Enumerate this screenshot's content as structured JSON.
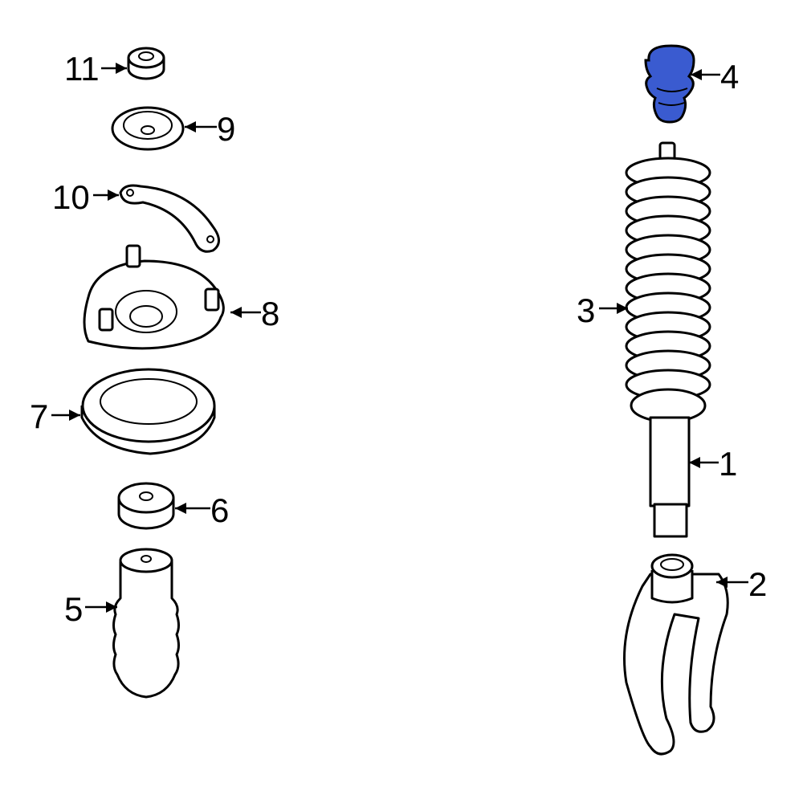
{
  "diagram": {
    "highlight_color": "#3a5bd0",
    "callouts": [
      {
        "id": "11",
        "label": "11"
      },
      {
        "id": "9",
        "label": "9"
      },
      {
        "id": "10",
        "label": "10"
      },
      {
        "id": "8",
        "label": "8"
      },
      {
        "id": "7",
        "label": "7"
      },
      {
        "id": "6",
        "label": "6"
      },
      {
        "id": "5",
        "label": "5"
      },
      {
        "id": "4",
        "label": "4",
        "highlighted": true
      },
      {
        "id": "3",
        "label": "3"
      },
      {
        "id": "1",
        "label": "1"
      },
      {
        "id": "2",
        "label": "2"
      }
    ]
  }
}
